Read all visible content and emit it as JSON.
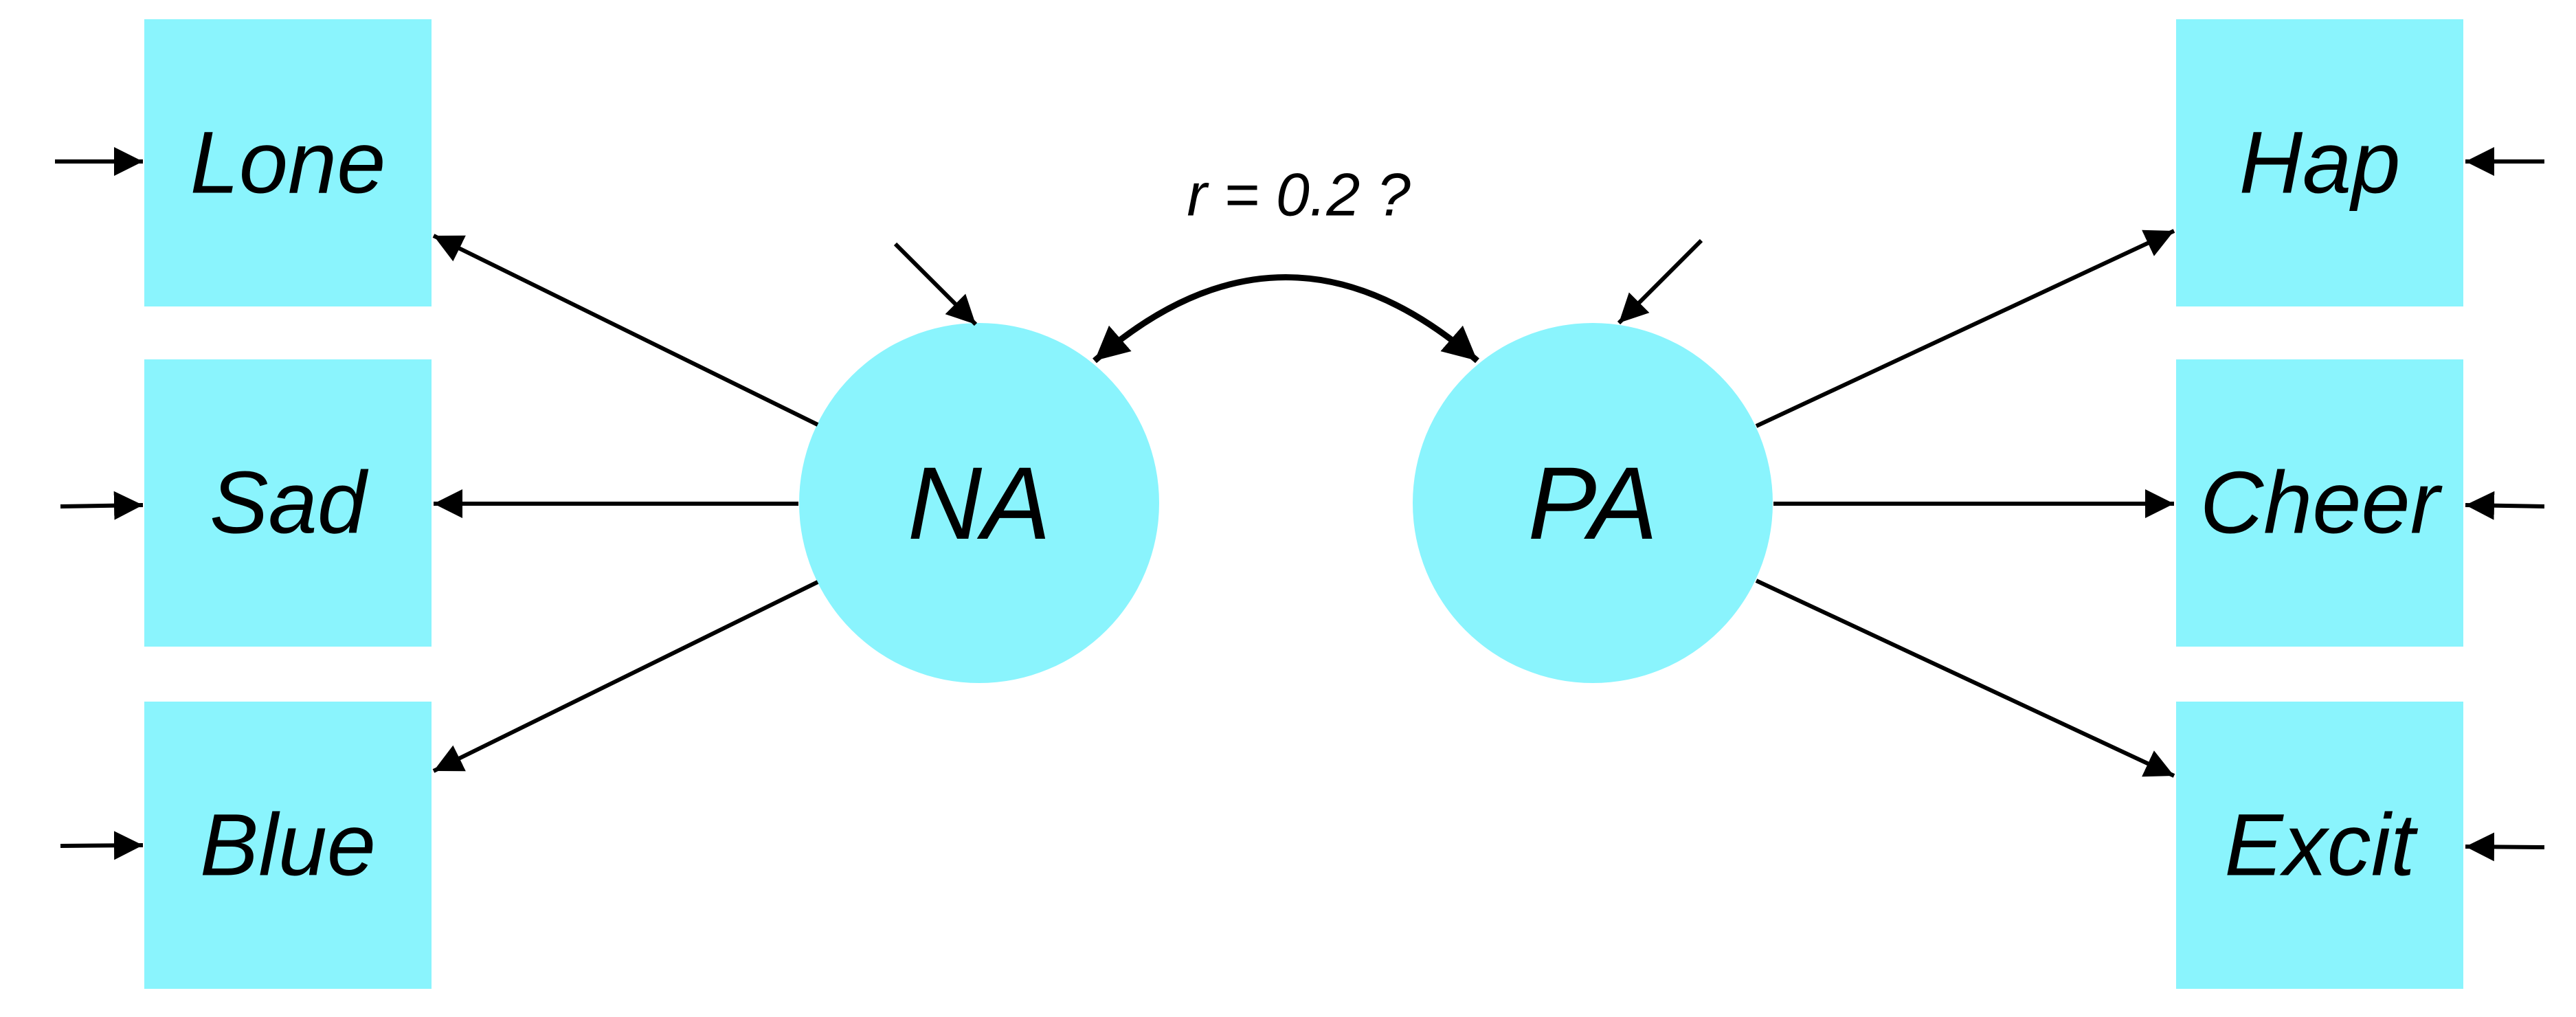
{
  "colors": {
    "node_fill": "#8af4fd",
    "edge": "#000000",
    "background": "#ffffff"
  },
  "latent": {
    "na": {
      "label": "NA"
    },
    "pa": {
      "label": "PA"
    }
  },
  "indicators": {
    "na": [
      {
        "label": "Lone"
      },
      {
        "label": "Sad"
      },
      {
        "label": "Blue"
      }
    ],
    "pa": [
      {
        "label": "Hap"
      },
      {
        "label": "Cheer"
      },
      {
        "label": "Excit"
      }
    ]
  },
  "correlation": {
    "label": "r = 0.2 ?"
  }
}
